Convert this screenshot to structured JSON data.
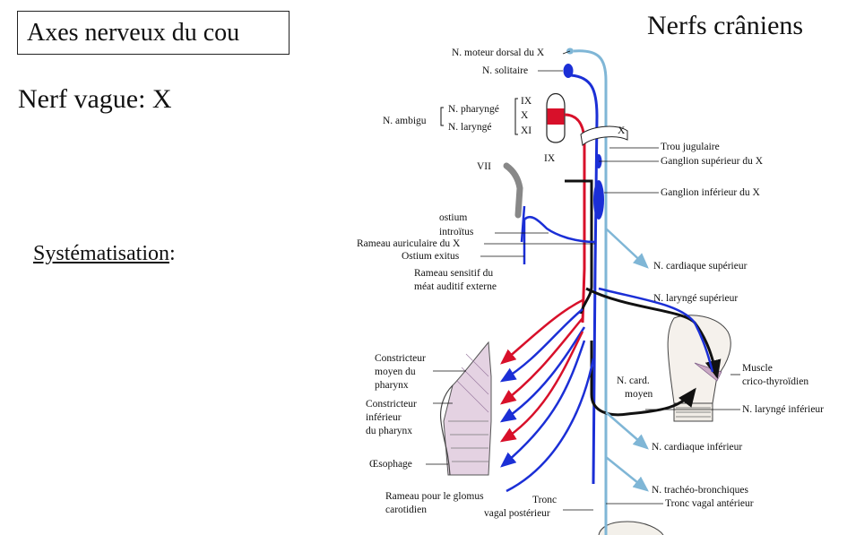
{
  "header": {
    "box_title": "Axes nerveux du cou",
    "subtitle": "Nerf vague:  X",
    "section_label": "Systématisation",
    "section_colon": ":",
    "main_title": "Nerfs crâniens"
  },
  "labels": {
    "moteur_dorsal": "N. moteur dorsal du X",
    "solitaire": "N. solitaire",
    "ambigu": "N. ambigu",
    "pharynge": "N. pharyngé",
    "larynge": "N. laryngé",
    "ix_top": "IX",
    "x_mid": "X",
    "xi": "XI",
    "x_right": "X",
    "ix_small": "IX",
    "vii": "VII",
    "trou_jugulaire": "Trou jugulaire",
    "ganglion_sup": "Ganglion supérieur du X",
    "ganglion_inf": "Ganglion inférieur du X",
    "ostium_introitus_1": "ostium",
    "ostium_introitus_2": "introïtus",
    "rameau_auriculaire": "Rameau auriculaire du X",
    "ostium_exitus": "Ostium exitus",
    "rameau_sensitif_1": "Rameau sensitif du",
    "rameau_sensitif_2": "méat auditif externe",
    "cardiaque_sup": "N. cardiaque supérieur",
    "larynge_sup": "N. laryngé supérieur",
    "constricteur_moyen_1": "Constricteur",
    "constricteur_moyen_2": "moyen du",
    "constricteur_moyen_3": "pharynx",
    "constricteur_inf_1": "Constricteur",
    "constricteur_inf_2": "inférieur",
    "constricteur_inf_3": "du pharynx",
    "oesophage": "Œsophage",
    "card_moyen_1": "N. card.",
    "card_moyen_2": "moyen",
    "muscle_1": "Muscle",
    "muscle_2": "crico-thyroïdien",
    "larynge_inf": "N. laryngé inférieur",
    "cardiaque_inf": "N. cardiaque inférieur",
    "tracheo": "N. trachéo-bronchiques",
    "tronc_anterieur": "Tronc vagal antérieur",
    "glomus_1": "Rameau pour le glomus",
    "glomus_2": "carotidien",
    "tronc_post_1": "Tronc",
    "tronc_post_2": "vagal postérieur"
  },
  "colors": {
    "sensory_blue": "#1b2fd6",
    "visceral_light_blue": "#7fb6d6",
    "motor_red": "#d8102a",
    "mixed_black": "#111111",
    "muscle_pink": "#c9a8c4"
  }
}
